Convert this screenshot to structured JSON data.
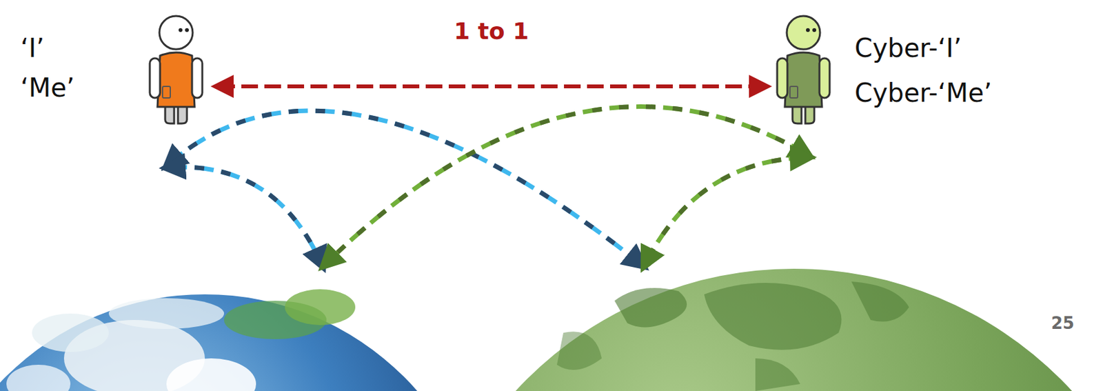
{
  "diagram": {
    "nodes": [
      {
        "text": [
          "‘I’",
          "‘Me’"
        ]
      },
      {
        "text": [
          "Cyber-‘I’",
          "Cyber-‘Me’"
        ]
      }
    ],
    "edges": [
      {
        "from": 0,
        "to": 1,
        "arrow": "both",
        "label": "1 to 1"
      }
    ],
    "labels": [
      "25"
    ]
  }
}
